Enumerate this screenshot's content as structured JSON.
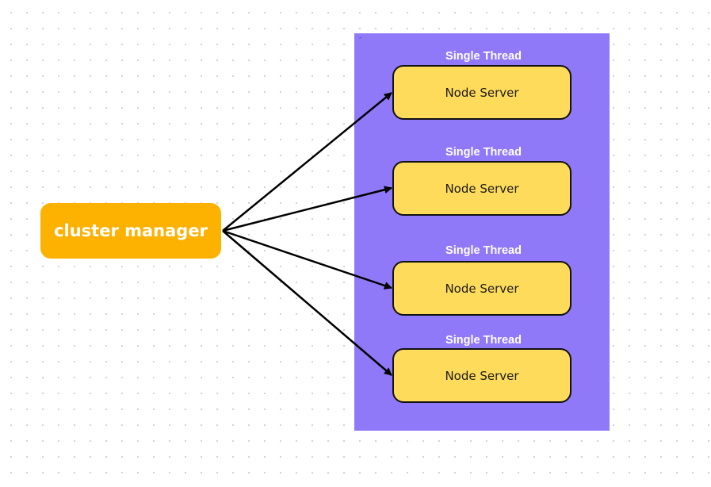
{
  "diagram": {
    "manager": {
      "label": "cluster manager"
    },
    "panel": {
      "mark": "-"
    },
    "workers": [
      {
        "thread_label": "Single Thread",
        "label": "Node Server"
      },
      {
        "thread_label": "Single Thread",
        "label": "Node Server"
      },
      {
        "thread_label": "Single Thread",
        "label": "Node Server"
      },
      {
        "thread_label": "Single Thread",
        "label": "Node Server"
      }
    ],
    "colors": {
      "panel": "#8f79f8",
      "manager": "#fdb100",
      "node": "#ffdb5c",
      "arrow": "#000000"
    },
    "edges": [
      {
        "from": "cluster manager",
        "to": "Node Server 1"
      },
      {
        "from": "cluster manager",
        "to": "Node Server 2"
      },
      {
        "from": "cluster manager",
        "to": "Node Server 3"
      },
      {
        "from": "cluster manager",
        "to": "Node Server 4"
      }
    ]
  }
}
